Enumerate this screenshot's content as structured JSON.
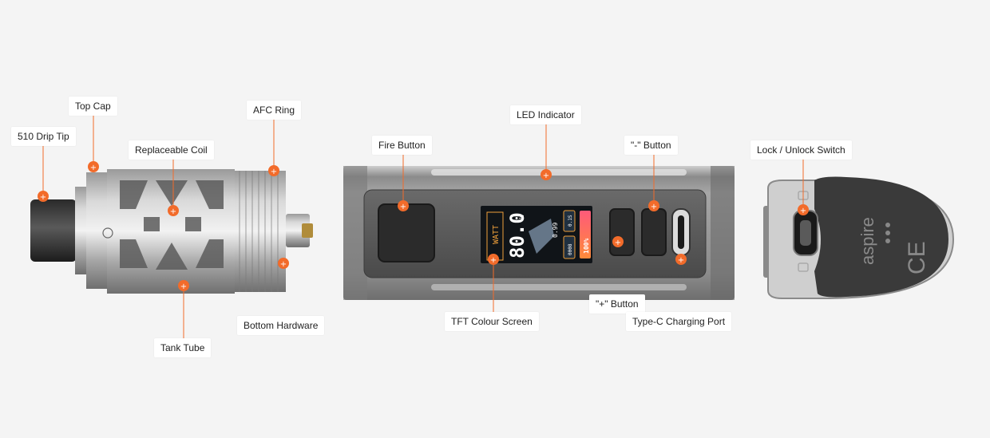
{
  "accent_color": "#f26b2a",
  "callouts": {
    "drip_tip": "510 Drip Tip",
    "top_cap": "Top Cap",
    "coil": "Replaceable Coil",
    "afc_ring": "AFC Ring",
    "bottom_hardware": "Bottom Hardware",
    "tank_tube": "Tank Tube",
    "fire_button": "Fire Button",
    "led_indicator": "LED Indicator",
    "minus_button": "\"-\" Button",
    "plus_button": "\"+\" Button",
    "tft_screen": "TFT Colour Screen",
    "type_c": "Type-C Charging Port",
    "lock_switch": "Lock / Unlock Switch"
  },
  "screen": {
    "mode": "WATT",
    "wattage": "80.0",
    "unit": "W",
    "resistance_top": "0.1S",
    "resistance": "0.99",
    "puffs": "0008",
    "battery": "100%"
  },
  "brand": {
    "name": "aspire"
  }
}
